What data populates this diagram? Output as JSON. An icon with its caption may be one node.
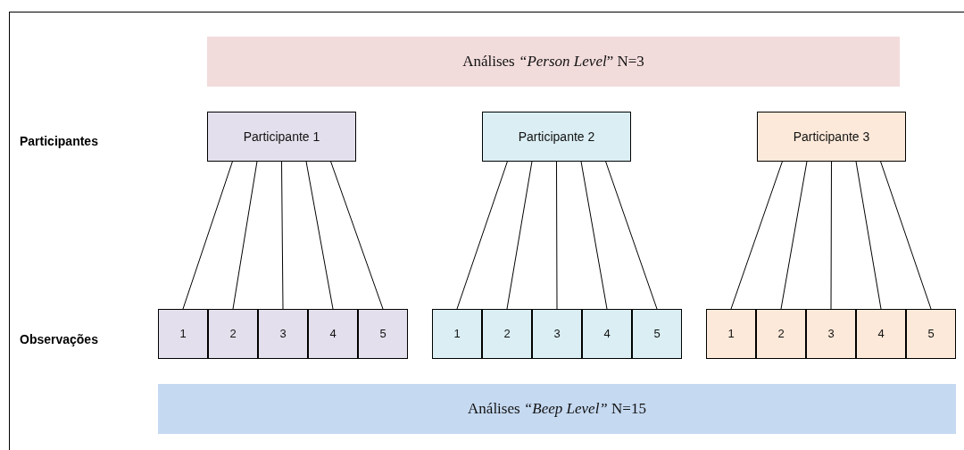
{
  "diagram": {
    "nodes": [
      {
        "text": [
          "Análises *“Person Level*” N=3"
        ]
      },
      {
        "text": [
          "Participante 1"
        ]
      },
      {
        "text": [
          "Participante 2"
        ]
      },
      {
        "text": [
          "Participante 3"
        ]
      },
      {
        "text": [
          "1"
        ]
      },
      {
        "text": [
          "2"
        ]
      },
      {
        "text": [
          "3"
        ]
      },
      {
        "text": [
          "4"
        ]
      },
      {
        "text": [
          "5"
        ]
      },
      {
        "text": [
          "1"
        ]
      },
      {
        "text": [
          "2"
        ]
      },
      {
        "text": [
          "3"
        ]
      },
      {
        "text": [
          "4"
        ]
      },
      {
        "text": [
          "5"
        ]
      },
      {
        "text": [
          "1"
        ]
      },
      {
        "text": [
          "2"
        ]
      },
      {
        "text": [
          "3"
        ]
      },
      {
        "text": [
          "4"
        ]
      },
      {
        "text": [
          "5"
        ]
      },
      {
        "text": [
          "Análises *“Beep Level”* N=15"
        ]
      }
    ],
    "edges": [
      {
        "from": 1,
        "to": 4,
        "arrow": "none"
      },
      {
        "from": 1,
        "to": 5,
        "arrow": "none"
      },
      {
        "from": 1,
        "to": 6,
        "arrow": "none"
      },
      {
        "from": 1,
        "to": 7,
        "arrow": "none"
      },
      {
        "from": 1,
        "to": 8,
        "arrow": "none"
      },
      {
        "from": 2,
        "to": 9,
        "arrow": "none"
      },
      {
        "from": 2,
        "to": 10,
        "arrow": "none"
      },
      {
        "from": 2,
        "to": 11,
        "arrow": "none"
      },
      {
        "from": 2,
        "to": 12,
        "arrow": "none"
      },
      {
        "from": 2,
        "to": 13,
        "arrow": "none"
      },
      {
        "from": 3,
        "to": 14,
        "arrow": "none"
      },
      {
        "from": 3,
        "to": 15,
        "arrow": "none"
      },
      {
        "from": 3,
        "to": 16,
        "arrow": "none"
      },
      {
        "from": 3,
        "to": 17,
        "arrow": "none"
      },
      {
        "from": 3,
        "to": 18,
        "arrow": "none"
      }
    ],
    "labels": [
      "Participantes",
      "Observações"
    ]
  }
}
